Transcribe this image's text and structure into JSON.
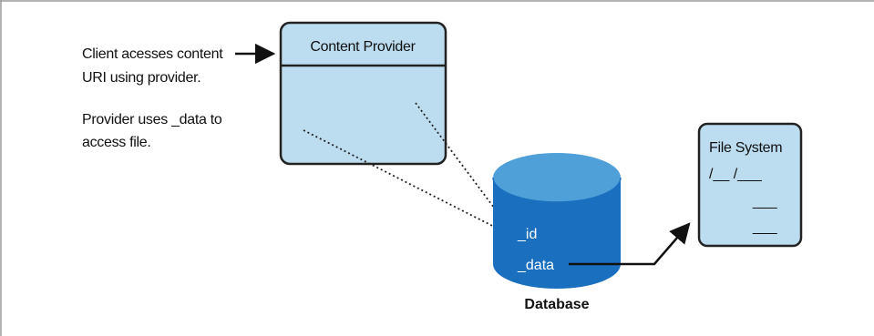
{
  "notes": {
    "line1": "Client acesses content",
    "line2": "URI using provider.",
    "line3": "Provider uses _data to",
    "line4": "access file."
  },
  "content_provider": {
    "title": "Content Provider"
  },
  "database": {
    "field_id": "_id",
    "field_data": "_data",
    "label": "Database"
  },
  "file_system": {
    "title": "File System",
    "path": "/__ /___",
    "line_a": "___",
    "line_b": "___"
  },
  "colors": {
    "box_fill": "#bcdcef",
    "box_stroke": "#222222",
    "db_body": "#1a6fbf",
    "db_top": "#4f9fd8",
    "frame": "#9a9a9a"
  }
}
